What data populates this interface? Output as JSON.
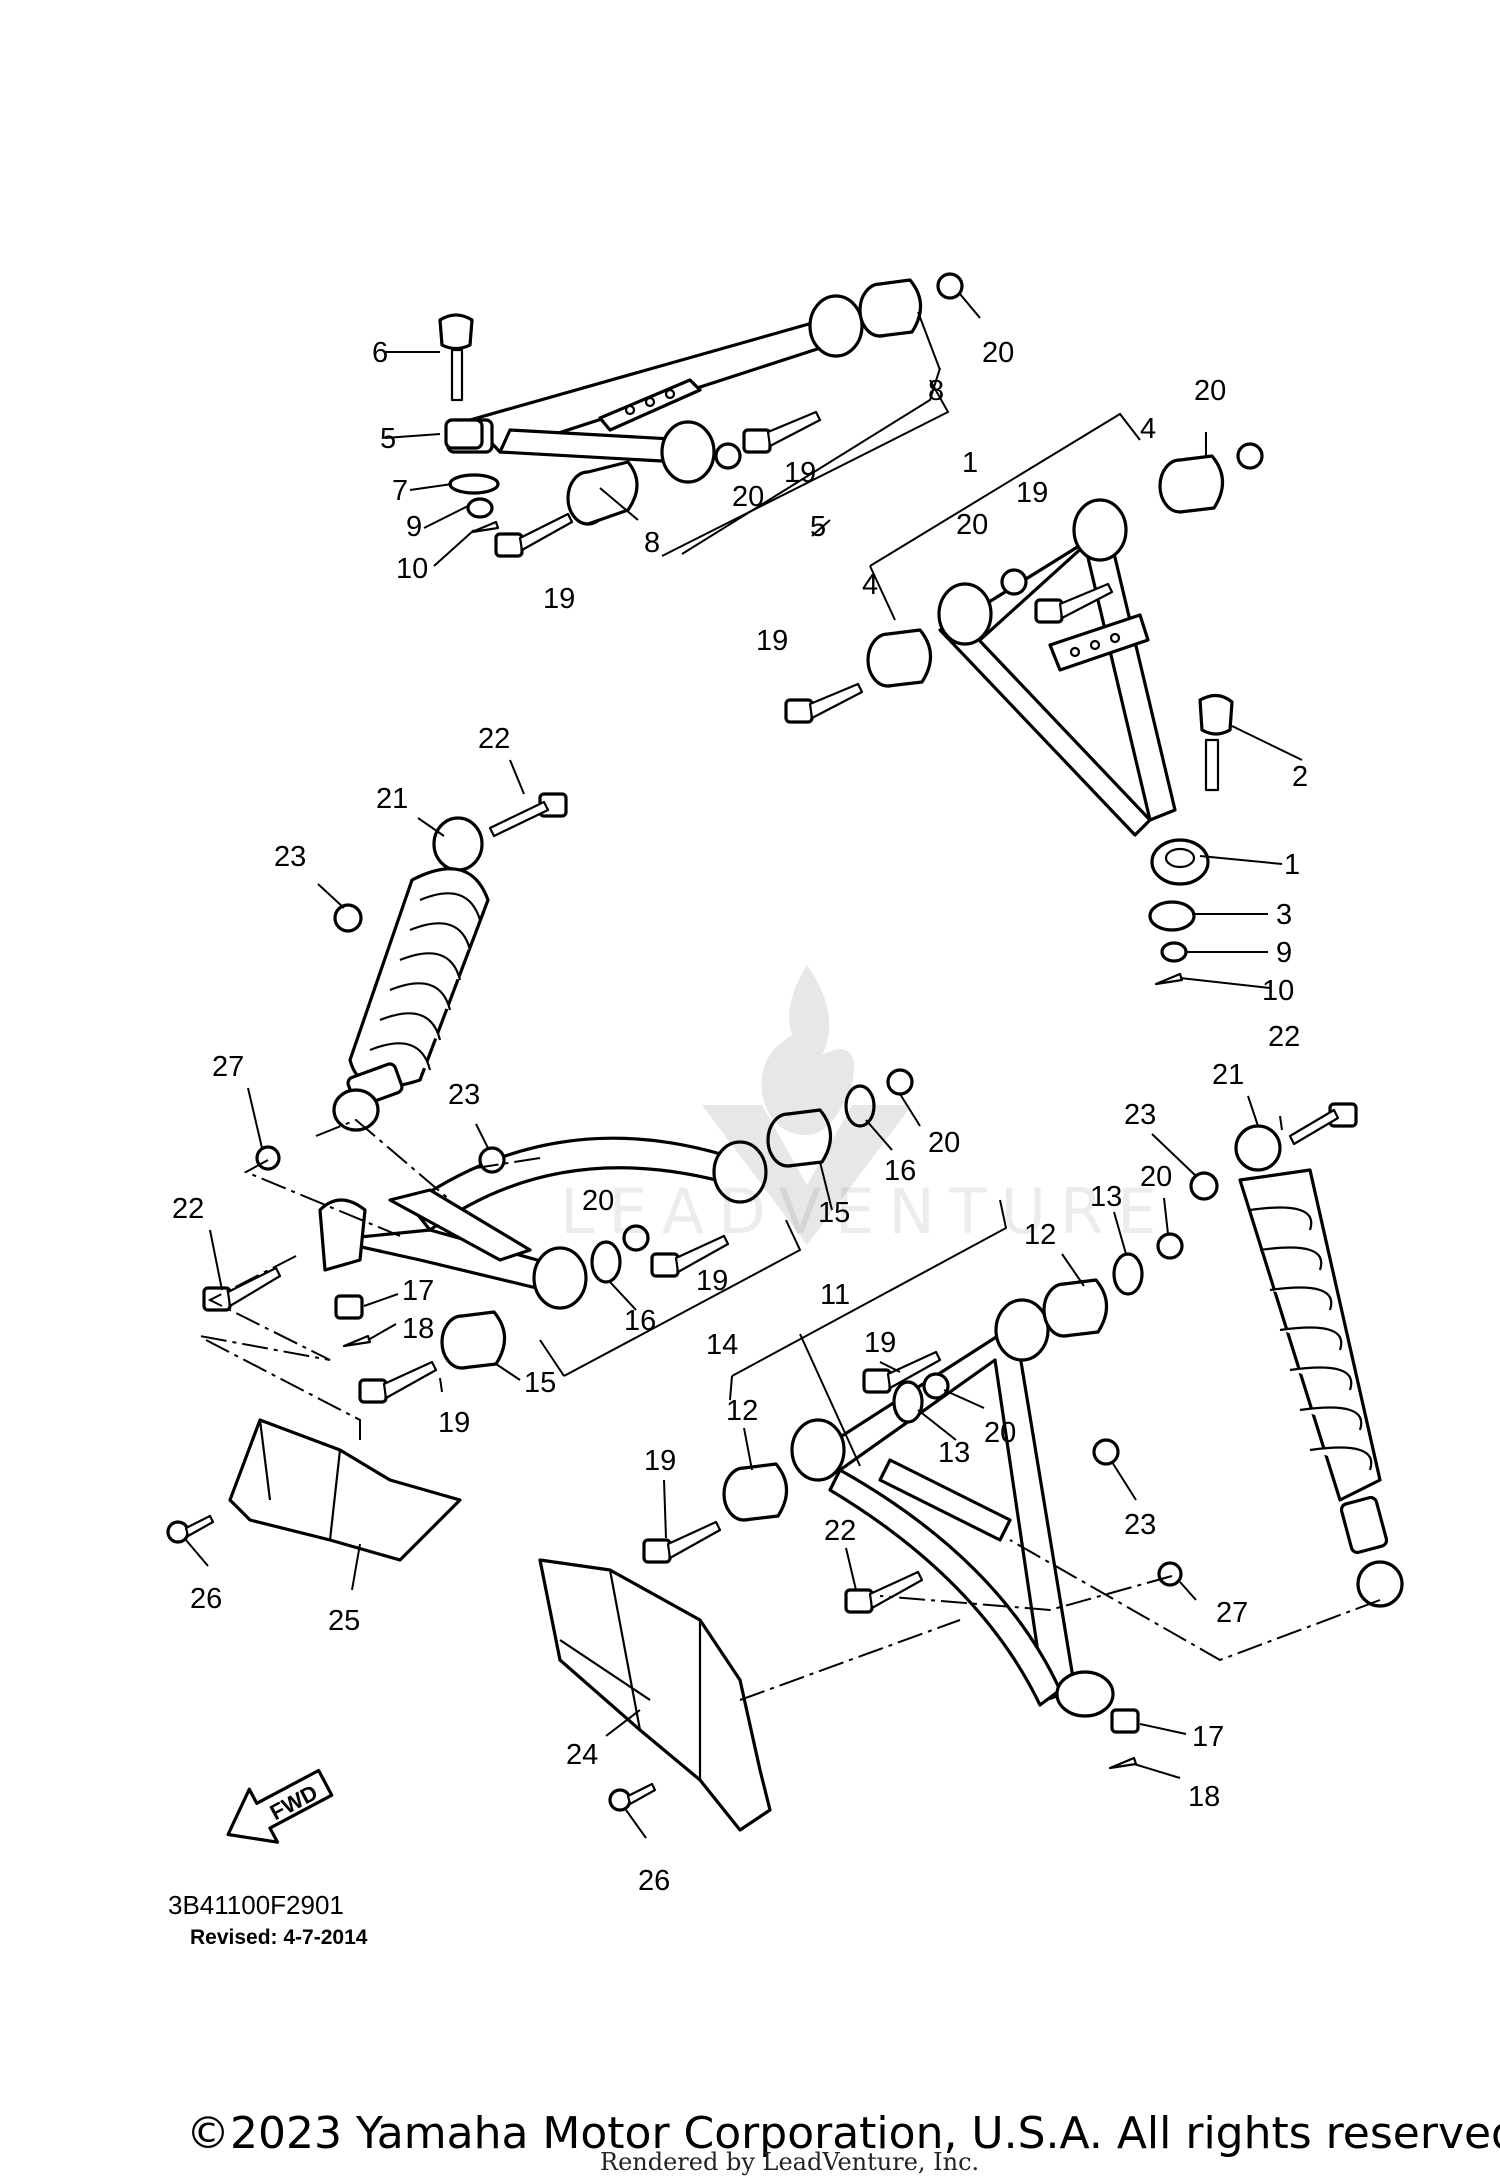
{
  "diagram": {
    "callouts": [
      {
        "n": "6"
      },
      {
        "n": "5"
      },
      {
        "n": "7"
      },
      {
        "n": "9"
      },
      {
        "n": "10"
      },
      {
        "n": "19"
      },
      {
        "n": "8"
      },
      {
        "n": "20"
      },
      {
        "n": "19"
      },
      {
        "n": "20"
      },
      {
        "n": "5"
      },
      {
        "n": "8"
      },
      {
        "n": "8"
      },
      {
        "n": "20"
      },
      {
        "n": "1"
      },
      {
        "n": "4"
      },
      {
        "n": "20"
      },
      {
        "n": "20"
      },
      {
        "n": "19"
      },
      {
        "n": "4"
      },
      {
        "n": "19"
      },
      {
        "n": "2"
      },
      {
        "n": "1"
      },
      {
        "n": "3"
      },
      {
        "n": "9"
      },
      {
        "n": "10"
      },
      {
        "n": "22"
      },
      {
        "n": "21"
      },
      {
        "n": "23"
      },
      {
        "n": "27"
      },
      {
        "n": "23"
      },
      {
        "n": "16"
      },
      {
        "n": "20"
      },
      {
        "n": "15"
      },
      {
        "n": "20"
      },
      {
        "n": "22"
      },
      {
        "n": "17"
      },
      {
        "n": "18"
      },
      {
        "n": "19"
      },
      {
        "n": "16"
      },
      {
        "n": "14"
      },
      {
        "n": "15"
      },
      {
        "n": "19"
      },
      {
        "n": "22"
      },
      {
        "n": "21"
      },
      {
        "n": "23"
      },
      {
        "n": "20"
      },
      {
        "n": "13"
      },
      {
        "n": "12"
      },
      {
        "n": "11"
      },
      {
        "n": "19"
      },
      {
        "n": "12"
      },
      {
        "n": "20"
      },
      {
        "n": "13"
      },
      {
        "n": "19"
      },
      {
        "n": "23"
      },
      {
        "n": "22"
      },
      {
        "n": "27"
      },
      {
        "n": "26"
      },
      {
        "n": "25"
      },
      {
        "n": "24"
      },
      {
        "n": "17"
      },
      {
        "n": "18"
      },
      {
        "n": "26"
      }
    ],
    "fwd_label": "FWD"
  },
  "footer": {
    "part_code": "3B41100F2901",
    "revised": "Revised: 4-7-2014",
    "copyright": "©2023 Yamaha Motor Corporation, U.S.A. All rights reserved.",
    "rendered_by": "Rendered by LeadVenture, Inc."
  },
  "watermark": {
    "text": "LEADVENTURE"
  }
}
